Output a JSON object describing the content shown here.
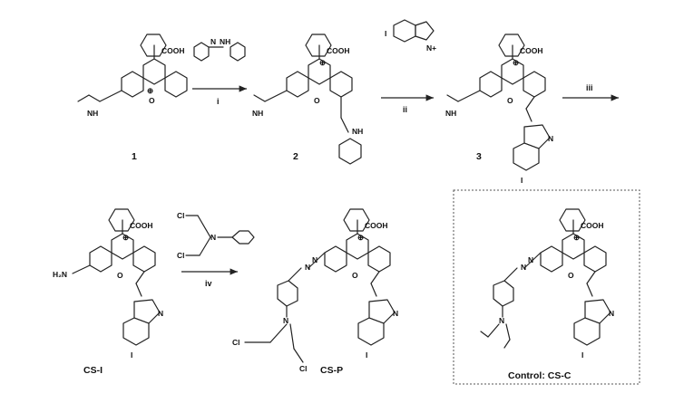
{
  "compounds": [
    {
      "key": "c1",
      "label": "1"
    },
    {
      "key": "c2",
      "label": "2"
    },
    {
      "key": "c3",
      "label": "3"
    },
    {
      "key": "csi",
      "label": "CS-I"
    },
    {
      "key": "csp",
      "label": "CS-P"
    },
    {
      "key": "csc",
      "label": "Control: CS-C"
    }
  ],
  "steps": [
    "i",
    "ii",
    "iii",
    "iv"
  ],
  "atoms": {
    "cooh": "COOH",
    "o": "O",
    "oplus": "⊕",
    "n": "N",
    "nh": "NH",
    "h": "H",
    "h2n": "H₂N",
    "nplus": "N+",
    "i": "I",
    "cl": "Cl"
  }
}
